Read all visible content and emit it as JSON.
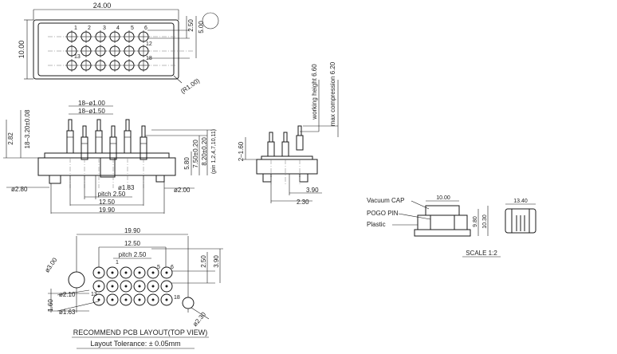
{
  "top_view": {
    "width_dim": "24.00",
    "height_dim": "10.00",
    "top_right_a": "2.50",
    "top_right_b": "5.00",
    "radius": "(R1.00)",
    "pin_numbers_visible": [
      "1",
      "2",
      "3",
      "4",
      "5",
      "6",
      "12",
      "13",
      "18"
    ]
  },
  "front_view": {
    "pin_dia_small": "18–ø1.00",
    "pin_dia_large": "18–ø1.50",
    "left_height": "18–3.20±0.08",
    "left_offset": "2.82",
    "height_a": "5.80",
    "height_b": "7.50±0.20",
    "height_c": "8.20±0.20",
    "height_c_note": "(pin 1,2,4,7,10,11)",
    "boss_dia": "ø2.80",
    "center_dia": "ø1.83",
    "right_dia": "ø2.00",
    "pitch": "pitch 2.50",
    "span_a": "12.50",
    "span_b": "19.90"
  },
  "side_view": {
    "working_height": "working height 6.60",
    "max_compression": "max compression 6.20",
    "left_dim": "2–1.60",
    "dim_a": "3.90",
    "dim_b": "2.30"
  },
  "scale_view": {
    "labels": [
      "Vacuum CAP",
      "POGO PIN",
      "Plastic"
    ],
    "width_a": "10.00",
    "width_b": "13.40",
    "height_a": "9.80",
    "height_b": "10.30",
    "scale": "SCALE 1:2"
  },
  "pcb_layout": {
    "width": "19.90",
    "span": "12.50",
    "pitch": "pitch 2.50",
    "right_a": "2.50",
    "right_b": "3.90",
    "big_hole_left": "ø3.00",
    "small_hole": "ø2.10",
    "pin_hole": "ø1.63",
    "big_hole_right": "ø2.30",
    "left_offset": "1.60",
    "pin_numbers_visible": [
      "1",
      "5",
      "6",
      "13",
      "18"
    ],
    "title": "RECOMMEND PCB LAYOUT(TOP VIEW)",
    "tolerance": "Layout Tolerance: ± 0.05mm"
  }
}
